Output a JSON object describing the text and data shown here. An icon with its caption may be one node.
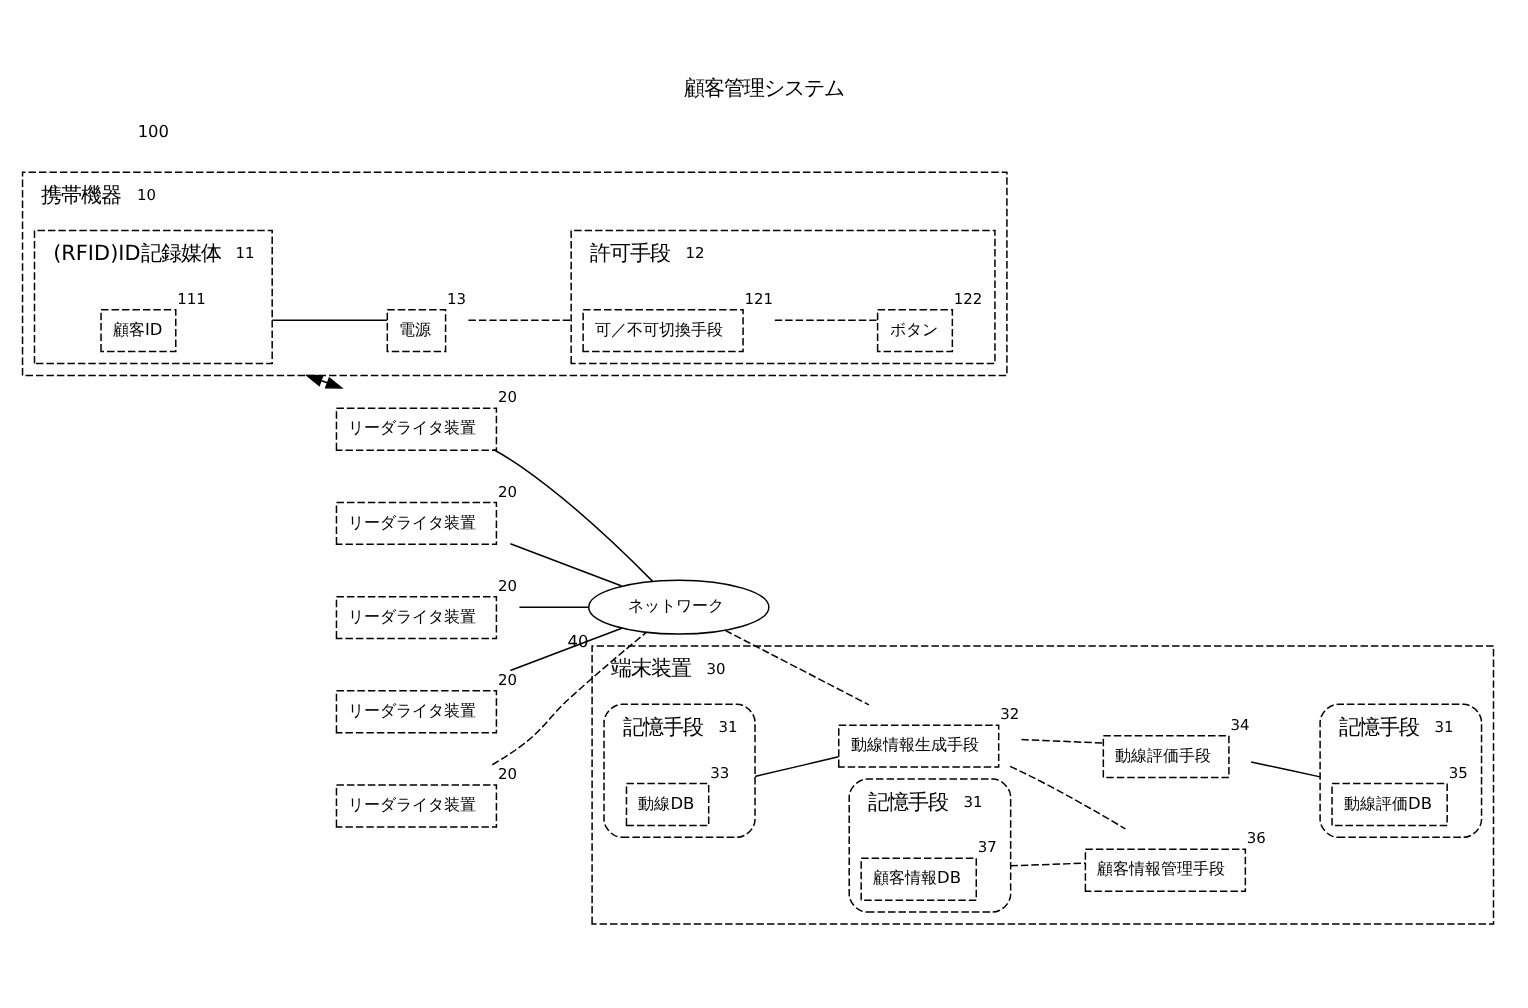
{
  "diagram": {
    "title": "顧客管理システム",
    "nodes": [
      {
        "text": [
          "携帯機器"
        ],
        "beside": [
          "10"
        ]
      },
      {
        "text": [
          "(RFID)ID記録媒体"
        ],
        "in": 0,
        "beside": [
          "11"
        ]
      },
      {
        "text": [
          "顧客ID"
        ],
        "in": 1,
        "beside": [
          "111"
        ]
      },
      {
        "text": [
          "電源"
        ],
        "in": 0,
        "beside": [
          "13"
        ]
      },
      {
        "text": [
          "許可手段"
        ],
        "in": 0,
        "beside": [
          "12"
        ]
      },
      {
        "text": [
          "可／不可切換手段"
        ],
        "in": 4,
        "beside": [
          "121"
        ]
      },
      {
        "text": [
          "ボタン"
        ],
        "in": 4,
        "beside": [
          "122"
        ]
      },
      {
        "text": [
          "リーダライタ装置"
        ],
        "beside": [
          "20"
        ]
      },
      {
        "text": [
          "リーダライタ装置"
        ],
        "beside": [
          "20"
        ]
      },
      {
        "text": [
          "リーダライタ装置"
        ],
        "beside": [
          "20"
        ]
      },
      {
        "text": [
          "リーダライタ装置"
        ],
        "beside": [
          "20"
        ]
      },
      {
        "text": [
          "リーダライタ装置"
        ],
        "beside": [
          "20"
        ]
      },
      {
        "text": [
          "ネットワーク"
        ],
        "beside": [
          "40"
        ]
      },
      {
        "text": [
          "端末装置"
        ],
        "beside": [
          "30"
        ]
      },
      {
        "text": [
          "記憶手段"
        ],
        "in": 13,
        "beside": [
          "31"
        ]
      },
      {
        "text": [
          "動線DB"
        ],
        "in": 14,
        "beside": [
          "33"
        ]
      },
      {
        "text": [
          "動線情報生成手段"
        ],
        "in": 13,
        "beside": [
          "32"
        ]
      },
      {
        "text": [
          "記憶手段"
        ],
        "in": 13,
        "beside": [
          "31"
        ]
      },
      {
        "text": [
          "顧客情報DB"
        ],
        "in": 17,
        "beside": [
          "37"
        ]
      },
      {
        "text": [
          "顧客情報管理手段"
        ],
        "in": 13,
        "beside": [
          "36"
        ]
      },
      {
        "text": [
          "動線評価手段"
        ],
        "in": 13,
        "beside": [
          "34"
        ]
      },
      {
        "text": [
          "記憶手段"
        ],
        "in": 13,
        "beside": [
          "31"
        ]
      },
      {
        "text": [
          "動線評価DB"
        ],
        "in": 21,
        "beside": [
          "35"
        ]
      }
    ],
    "edges": [
      {
        "from": 1,
        "to": 3,
        "arrow": "none"
      },
      {
        "from": 3,
        "to": 4,
        "arrow": "none",
        "style": "dashed"
      },
      {
        "from": 5,
        "to": 6,
        "arrow": "none",
        "style": "dashed"
      },
      {
        "from": 0,
        "to": 9,
        "arrow": "both"
      },
      {
        "from": 7,
        "to": 12,
        "arrow": "none"
      },
      {
        "from": 8,
        "to": 12,
        "arrow": "none"
      },
      {
        "from": 9,
        "to": 12,
        "arrow": "none"
      },
      {
        "from": 10,
        "to": 12,
        "arrow": "none"
      },
      {
        "from": 11,
        "to": 12,
        "arrow": "none",
        "style": "dashed"
      },
      {
        "from": 12,
        "to": 16,
        "arrow": "none",
        "style": "dashed"
      },
      {
        "from": 14,
        "to": 16,
        "arrow": "none"
      },
      {
        "from": 16,
        "to": 19,
        "arrow": "none",
        "style": "dashed"
      },
      {
        "from": 16,
        "to": 20,
        "arrow": "none",
        "style": "dashed"
      },
      {
        "from": 17,
        "to": 19,
        "arrow": "none",
        "style": "dashed"
      },
      {
        "from": 20,
        "to": 21,
        "arrow": "none"
      }
    ],
    "labels": [
      "100"
    ]
  }
}
